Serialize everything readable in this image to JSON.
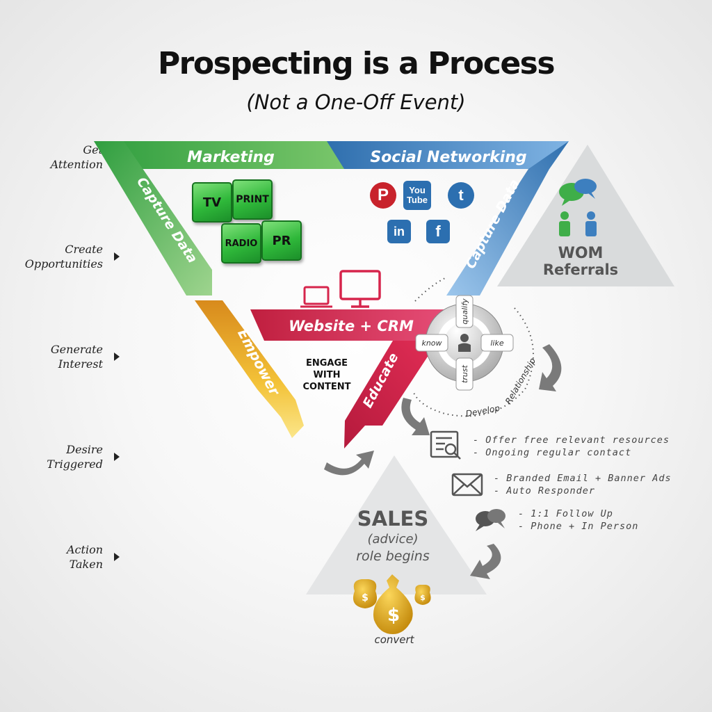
{
  "title": "Prospecting is a Process",
  "subtitle": "(Not a One-Off Event)",
  "stages": [
    {
      "line1": "Get",
      "line2": "Attention"
    },
    {
      "line1": "Create",
      "line2": "Opportunities"
    },
    {
      "line1": "Generate",
      "line2": "Interest"
    },
    {
      "line1": "Desire",
      "line2": "Triggered"
    },
    {
      "line1": "Action",
      "line2": "Taken"
    }
  ],
  "bands": {
    "marketing": "Marketing",
    "social": "Social Networking",
    "capture_left": "Capture Data",
    "capture_right": "Capture Data",
    "website": "Website + CRM",
    "empower": "Empower",
    "educate": "Educate"
  },
  "marketing_tiles": [
    "TV",
    "PRINT",
    "RADIO",
    "PR"
  ],
  "social_icons": [
    {
      "icon": "pinterest-icon",
      "glyph": "P",
      "color": "#c8232c"
    },
    {
      "icon": "youtube-icon",
      "glyph": "You Tube",
      "color": "#2c6fb0"
    },
    {
      "icon": "twitter-icon",
      "glyph": "t",
      "color": "#2c6fb0"
    },
    {
      "icon": "linkedin-icon",
      "glyph": "in",
      "color": "#2c6fb0"
    },
    {
      "icon": "facebook-icon",
      "glyph": "f",
      "color": "#2c6fb0"
    }
  ],
  "wom": {
    "line1": "WOM",
    "line2": "Referrals"
  },
  "engage": {
    "line1": "ENGAGE",
    "line2": "WITH",
    "line3": "CONTENT"
  },
  "relationship": {
    "top": "qualify",
    "left": "know",
    "right": "like",
    "bottom": "trust",
    "arc1": "Develop",
    "arc2": "Relationship"
  },
  "resources": [
    {
      "icon": "document-search-icon",
      "lines": [
        "- Offer free relevant resources",
        "- Ongoing regular contact"
      ]
    },
    {
      "icon": "envelope-icon",
      "lines": [
        "- Branded Email + Banner Ads",
        "- Auto Responder"
      ]
    },
    {
      "icon": "chat-bubbles-icon",
      "lines": [
        "- 1:1 Follow Up",
        "- Phone + In Person"
      ]
    }
  ],
  "sales": {
    "line1": "SALES",
    "line2": "(advice)",
    "line3": "role begins",
    "convert": "convert"
  },
  "colors": {
    "green": "#3fae49",
    "blue": "#3d7fbf",
    "red": "#d6254c",
    "yellow": "#f0b72c",
    "gray": "#d9dbdc"
  }
}
